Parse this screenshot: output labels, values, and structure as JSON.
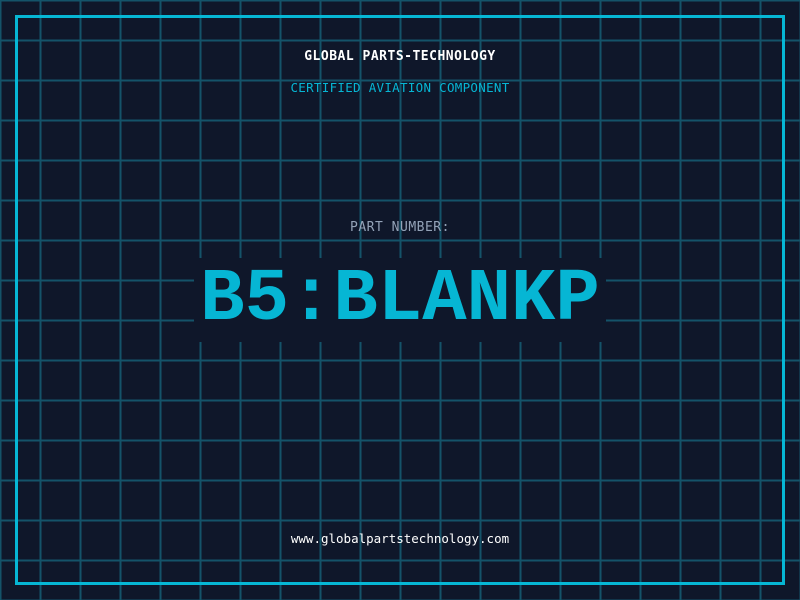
{
  "header": {
    "company": "GLOBAL PARTS-TECHNOLOGY",
    "subtitle": "CERTIFIED AVIATION COMPONENT"
  },
  "part": {
    "label": "PART NUMBER:",
    "number": "B5:BLANKP"
  },
  "footer": {
    "url": "www.globalpartstechnology.com"
  },
  "colors": {
    "background": "#0f172a",
    "accent": "#06b6d4",
    "grid": "#155e75",
    "label": "#94a3b8"
  }
}
